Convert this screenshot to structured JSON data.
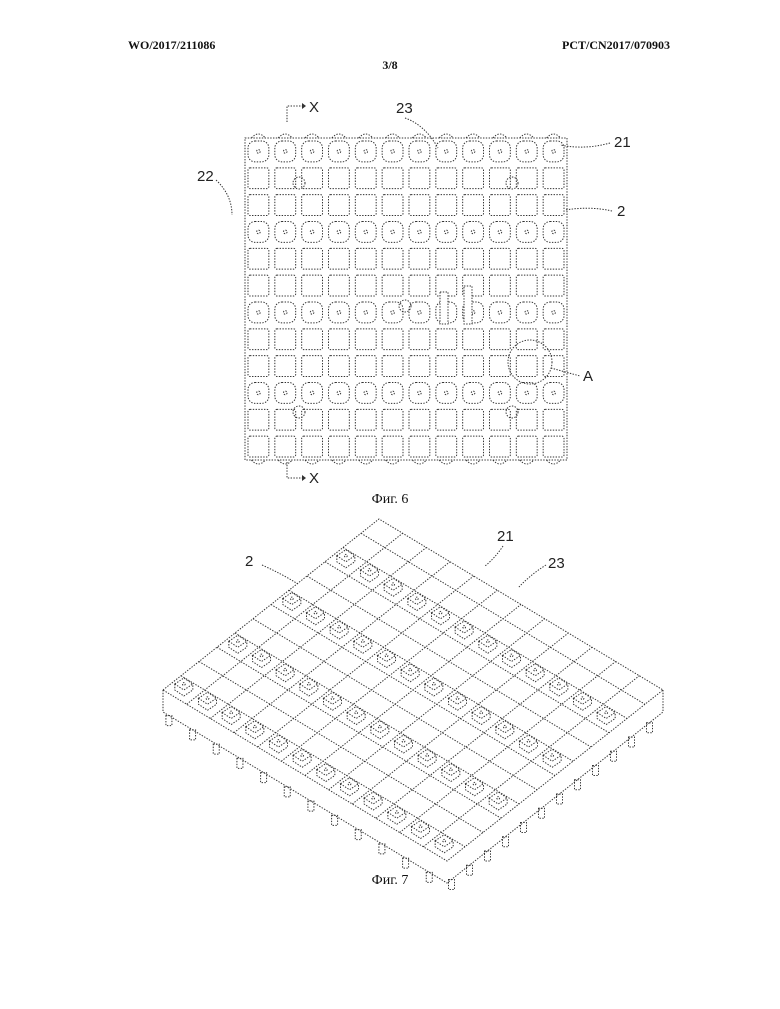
{
  "header": {
    "left": "WO/2017/211086",
    "right": "PCT/CN2017/070903",
    "page": "3/8"
  },
  "figure6": {
    "caption": "Фиг. 6",
    "labels": {
      "section_top": "X",
      "section_bottom": "X",
      "l23": "23",
      "l21": "21",
      "l22": "22",
      "l2": "2",
      "lA": "A"
    }
  },
  "figure7": {
    "caption": "Фиг. 7",
    "labels": {
      "l2": "2",
      "l21": "21",
      "l23": "23"
    }
  }
}
